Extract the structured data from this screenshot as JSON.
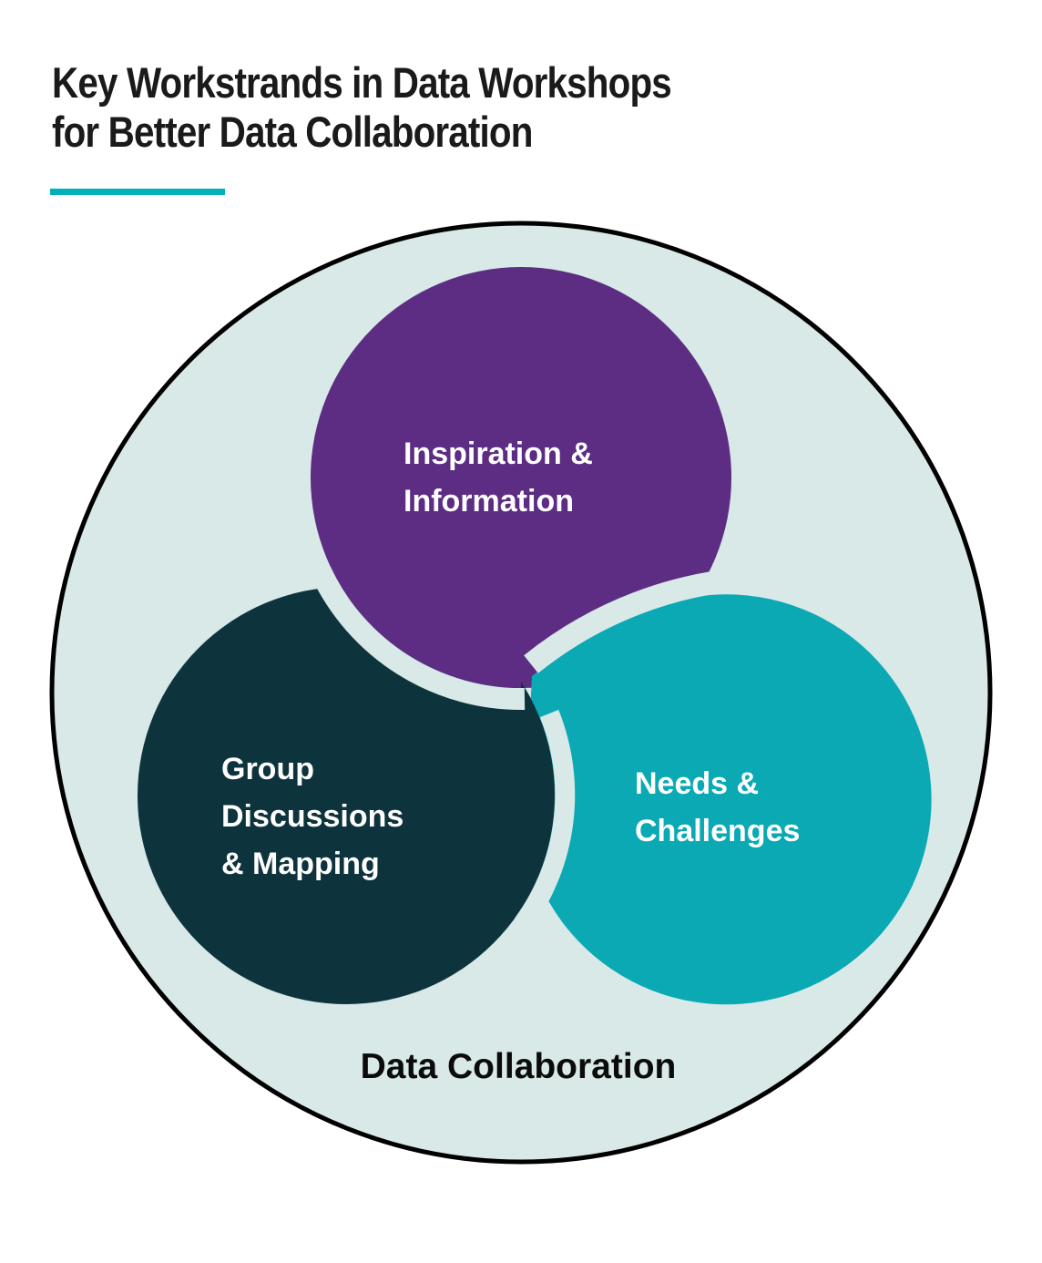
{
  "title": {
    "line1": "Key Workstrands in Data Workshops",
    "line2": "for Better Data Collaboration"
  },
  "diagram": {
    "outer_label": "Data Collaboration",
    "colors": {
      "background": "#d8e9e7",
      "outline": "#000000",
      "accent_underline": "#00b1bc",
      "label_text": "#ffffff",
      "title_text": "#1a1a1a"
    },
    "circles": [
      {
        "id": "inspiration",
        "label_line1": "Inspiration &",
        "label_line2": "Information",
        "color": "#5c2d83"
      },
      {
        "id": "group-discussions",
        "label_line1": "Group",
        "label_line2": "Discussions",
        "label_line3": "& Mapping",
        "color": "#0d333c"
      },
      {
        "id": "needs-challenges",
        "label_line1": "Needs &",
        "label_line2": "Challenges",
        "color": "#0aa9b4"
      }
    ]
  }
}
